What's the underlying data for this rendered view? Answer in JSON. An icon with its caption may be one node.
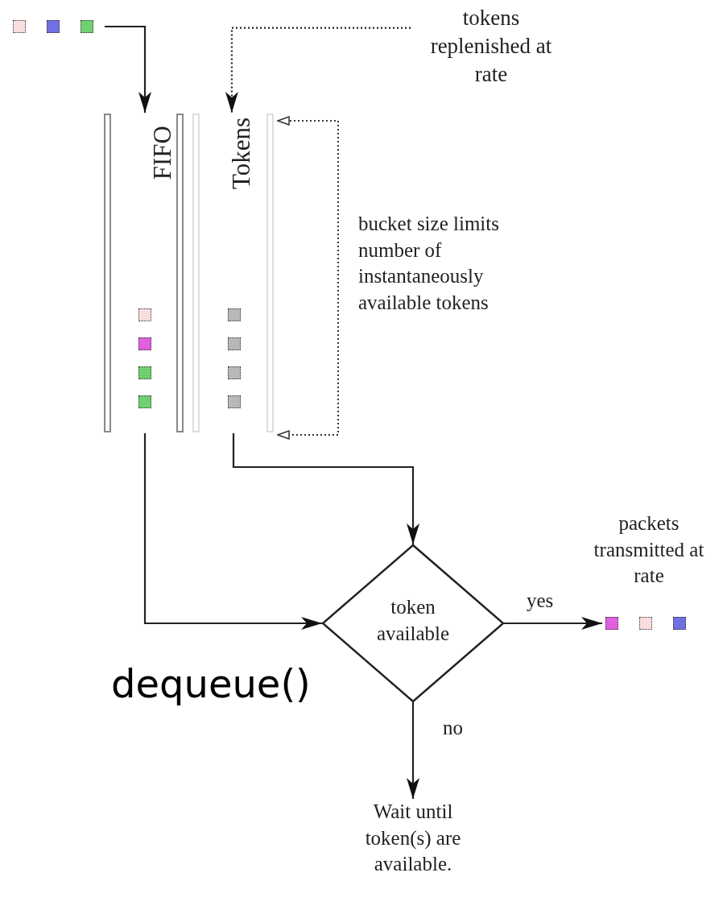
{
  "diagram": {
    "nodes": [
      {
        "text": [],
        "shape": "picture"
      },
      {
        "text": [
          "FIFO"
        ]
      },
      {
        "text": [
          "Tokens"
        ]
      },
      {
        "text": [
          "tokens replenished at rate"
        ]
      },
      {
        "text": [
          "token available"
        ]
      },
      {
        "text": [],
        "shape": "picture",
        "beside": [
          "packets transmitted at rate"
        ]
      },
      {
        "text": [
          "Wait until token(s) are available."
        ]
      }
    ],
    "edges": [
      {
        "from": 0,
        "to": 1,
        "arrow": "to"
      },
      {
        "from": 3,
        "to": 2,
        "arrow": "to",
        "style": "dashed"
      },
      {
        "from": 1,
        "to": 4,
        "arrow": "to"
      },
      {
        "from": 2,
        "to": 4,
        "arrow": "to"
      },
      {
        "from": 4,
        "to": 5,
        "arrow": "to",
        "label": "yes"
      },
      {
        "from": 4,
        "to": 6,
        "arrow": "to",
        "label": "no"
      }
    ],
    "labels": [
      "bucket size limits number of instantaneously available tokens",
      "dequeue()"
    ]
  }
}
